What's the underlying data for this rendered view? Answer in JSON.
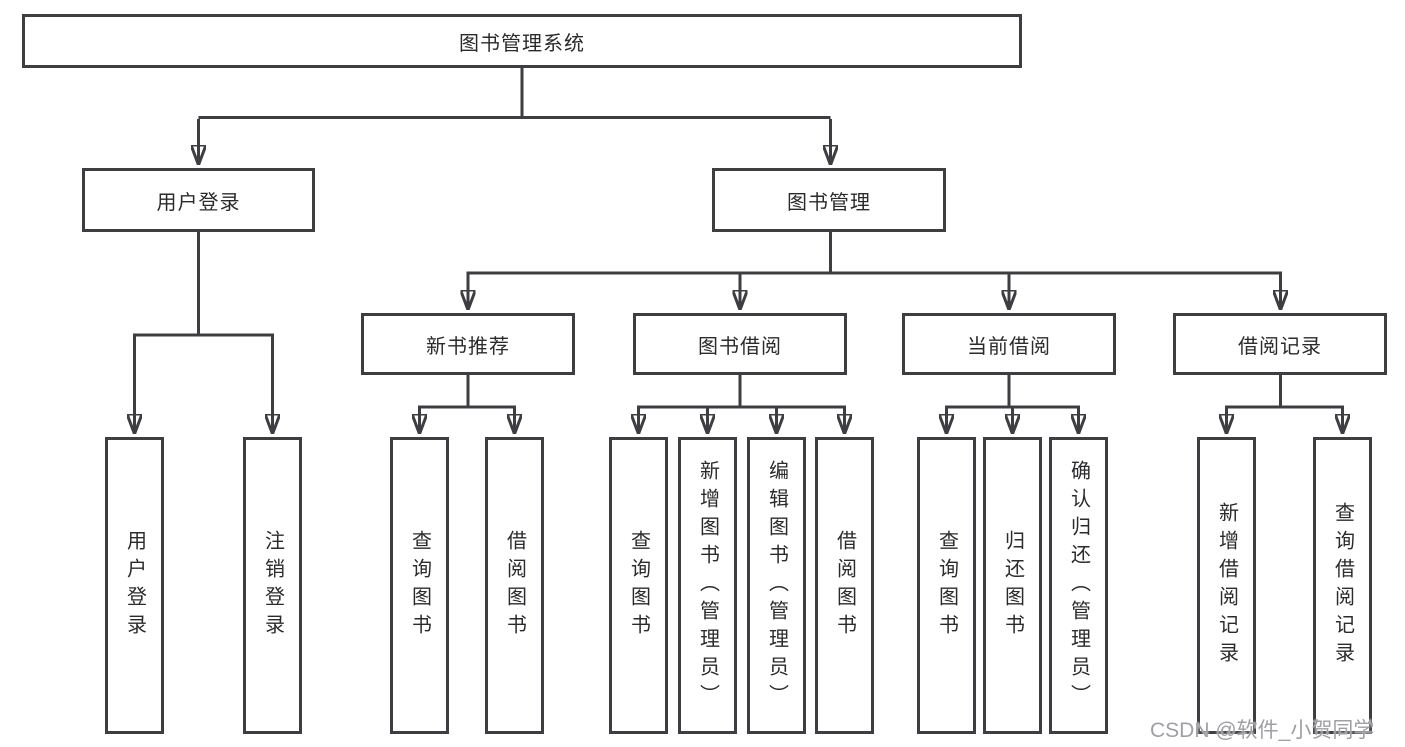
{
  "tree": {
    "label": "图书管理系统",
    "children": [
      {
        "label": "用户登录",
        "children": [
          {
            "label": "用户登录"
          },
          {
            "label": "注销登录"
          }
        ]
      },
      {
        "label": "图书管理",
        "children": [
          {
            "label": "新书推荐",
            "children": [
              {
                "label": "查询图书"
              },
              {
                "label": "借阅图书"
              }
            ]
          },
          {
            "label": "图书借阅",
            "children": [
              {
                "label": "查询图书"
              },
              {
                "label": "新增图书（管理员）"
              },
              {
                "label": "编辑图书（管理员）"
              },
              {
                "label": "借阅图书"
              }
            ]
          },
          {
            "label": "当前借阅",
            "children": [
              {
                "label": "查询图书"
              },
              {
                "label": "归还图书"
              },
              {
                "label": "确认归还（管理员）"
              }
            ]
          },
          {
            "label": "借阅记录",
            "children": [
              {
                "label": "新增借阅记录"
              },
              {
                "label": "查询借阅记录"
              }
            ]
          }
        ]
      }
    ]
  },
  "watermark": {
    "text": "CSDN @软件_小贺同学"
  },
  "colors": {
    "line": "#3e3e42",
    "box_border": "#3e3e42",
    "text": "#2b2b2e",
    "background": "#ffffff",
    "watermark": "#9fa0a4"
  }
}
